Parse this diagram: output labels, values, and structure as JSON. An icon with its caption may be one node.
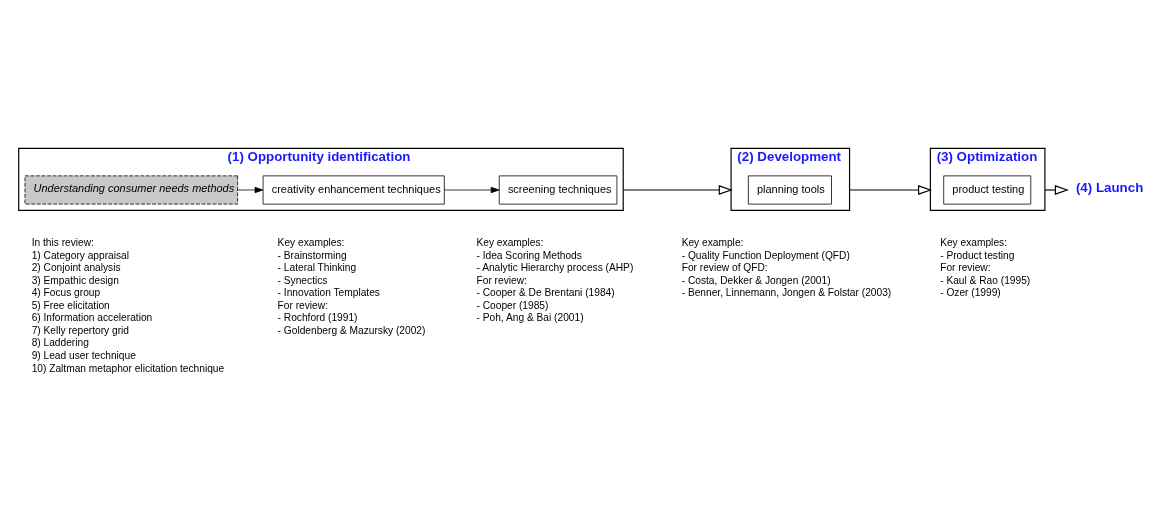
{
  "diagram": {
    "nodes": [
      {
        "text": [
          "(1) Opportunity identification"
        ]
      },
      {
        "text": [
          "Understanding consumer needs methods"
        ],
        "in": 0,
        "beside": [
          "In this review:",
          "1) Category appraisal",
          "2) Conjoint analysis",
          "3) Empathic design",
          "4) Focus group",
          "5) Free elicitation",
          "6) Information acceleration",
          "7) Kelly repertory grid",
          "8) Laddering",
          "9) Lead user technique",
          "10) Zaltman metaphor elicitation technique"
        ]
      },
      {
        "text": [
          "creativity enhancement techniques"
        ],
        "in": 0,
        "beside": [
          "Key examples:",
          "- Brainstorming",
          "- Lateral Thinking",
          "- Synectics",
          "- Innovation Templates",
          "For review:",
          "- Rochford (1991)",
          "- Goldenberg & Mazursky (2002)"
        ]
      },
      {
        "text": [
          "screening techniques"
        ],
        "in": 0,
        "beside": [
          "Key examples:",
          "- Idea Scoring Methods",
          "- Analytic Hierarchy process (AHP)",
          "For review:",
          "- Cooper & De Brentani (1984)",
          "- Cooper (1985)",
          "- Poh, Ang & Bai (2001)"
        ]
      },
      {
        "text": [
          "(2) Development"
        ]
      },
      {
        "text": [
          "planning tools"
        ],
        "in": 4,
        "beside": [
          "Key example:",
          "- Quality Function Deployment (QFD)",
          "For review of QFD:",
          "- Costa, Dekker & Jongen (2001)",
          "- Benner, Linnemann, Jongen & Folstar (2003)"
        ]
      },
      {
        "text": [
          "(3) Optimization"
        ]
      },
      {
        "text": [
          "product testing"
        ],
        "in": 6,
        "beside": [
          "Key examples:",
          "- Product testing",
          "For review:",
          "- Kaul & Rao (1995)",
          "- Ozer (1999)"
        ]
      },
      {
        "text": [
          "(4) Launch"
        ]
      }
    ],
    "edges": [
      {
        "from": 1,
        "to": 2,
        "arrow": "to"
      },
      {
        "from": 2,
        "to": 3,
        "arrow": "to"
      },
      {
        "from": 0,
        "to": 4,
        "arrow": "to"
      },
      {
        "from": 4,
        "to": 6,
        "arrow": "to"
      },
      {
        "from": 6,
        "to": 8,
        "arrow": "to"
      }
    ]
  }
}
